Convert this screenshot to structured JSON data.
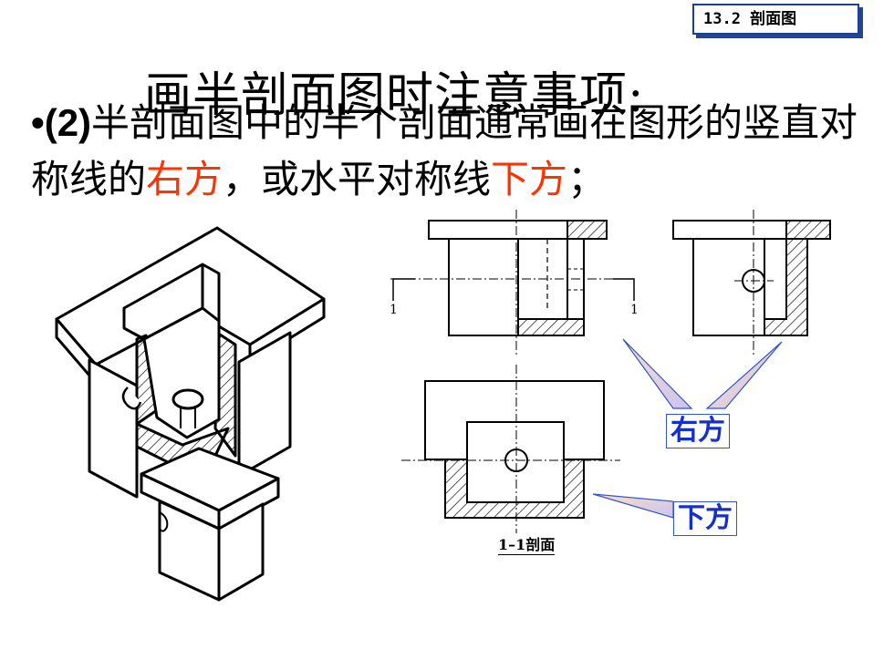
{
  "header": {
    "section_tag": "13.2 剖面图"
  },
  "slide": {
    "title": "画半剖面图时注意事项:",
    "bullet_lead": "•(2)",
    "bullet_part1": "半剖面图中的半个剖面通常画在图形的竖直对称线的",
    "highlight_right": "右方",
    "bullet_part2": "，或水平对称线",
    "highlight_below": "下方",
    "bullet_end": "；"
  },
  "drawing": {
    "cut_mark_left": "1",
    "cut_mark_right": "1",
    "section_label": "1–1剖面"
  },
  "callouts": {
    "right": "右方",
    "below": "下方"
  },
  "colors": {
    "accent": "#ff3300",
    "callout_text": "#1530c8",
    "tag_border": "#1a3fa0"
  }
}
